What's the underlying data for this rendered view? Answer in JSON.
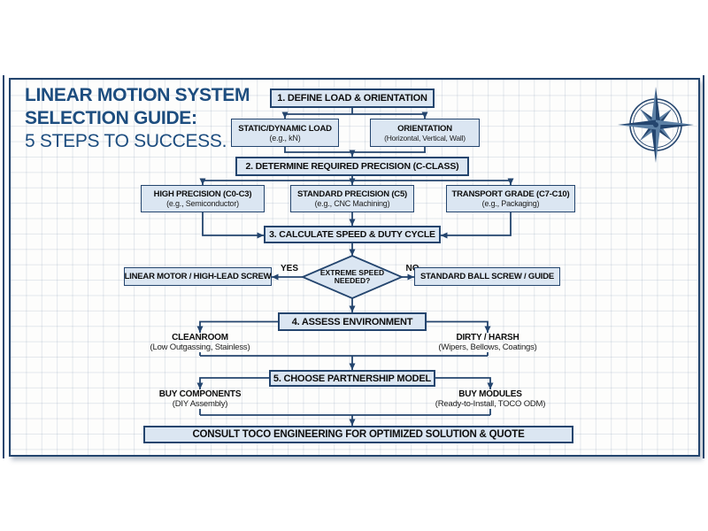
{
  "title": {
    "line1": "LINEAR MOTION SYSTEM",
    "line2": "SELECTION GUIDE:",
    "line3": "5 STEPS TO SUCCESS."
  },
  "flowchart": {
    "steps": {
      "step1": "1. DEFINE LOAD & ORIENTATION",
      "step2": "2. DETERMINE REQUIRED PRECISION (C-CLASS)",
      "step3": "3. CALCULATE SPEED & DUTY CYCLE",
      "step4": "4. ASSESS ENVIRONMENT",
      "step5": "5. CHOOSE PARTNERSHIP MODEL"
    },
    "load_box": {
      "title": "STATIC/DYNAMIC LOAD",
      "detail": "(e.g., kN)"
    },
    "orientation_box": {
      "title": "ORIENTATION",
      "detail": "(Horizontal, Vertical, Wall)"
    },
    "high_precision_box": {
      "title": "HIGH PRECISION (C0-C3)",
      "detail": "(e.g., Semiconductor)"
    },
    "standard_precision_box": {
      "title": "STANDARD PRECISION (C5)",
      "detail": "(e.g., CNC Machining)"
    },
    "transport_grade_box": {
      "title": "TRANSPORT GRADE (C7-C10)",
      "detail": "(e.g., Packaging)"
    },
    "decision": {
      "line1": "EXTREME SPEED",
      "line2": "NEEDED?"
    },
    "yes_label": "YES",
    "no_label": "NO",
    "yes_result_box": "LINEAR MOTOR / HIGH-LEAD SCREW",
    "no_result_box": "STANDARD BALL SCREW / GUIDE",
    "cleanroom_label": {
      "title": "CLEANROOM",
      "detail": "(Low Outgassing, Stainless)"
    },
    "dirty_label": {
      "title": "DIRTY / HARSH",
      "detail": "(Wipers, Bellows, Coatings)"
    },
    "buy_components_label": {
      "title": "BUY COMPONENTS",
      "detail": "(DIY Assembly)"
    },
    "buy_modules_label": {
      "title": "BUY MODULES",
      "detail": "(Ready-to-Install, TOCO ODM)"
    },
    "final_box": "CONSULT TOCO ENGINEERING FOR OPTIMIZED SOLUTION & QUOTE"
  },
  "icons": {
    "compass": "compass-rose"
  },
  "colors": {
    "navy": "#24456e",
    "box_fill": "#dbe6f2",
    "title_blue": "#1d4d7f",
    "grid_line": "#dde6ef",
    "background": "#ffffff"
  }
}
